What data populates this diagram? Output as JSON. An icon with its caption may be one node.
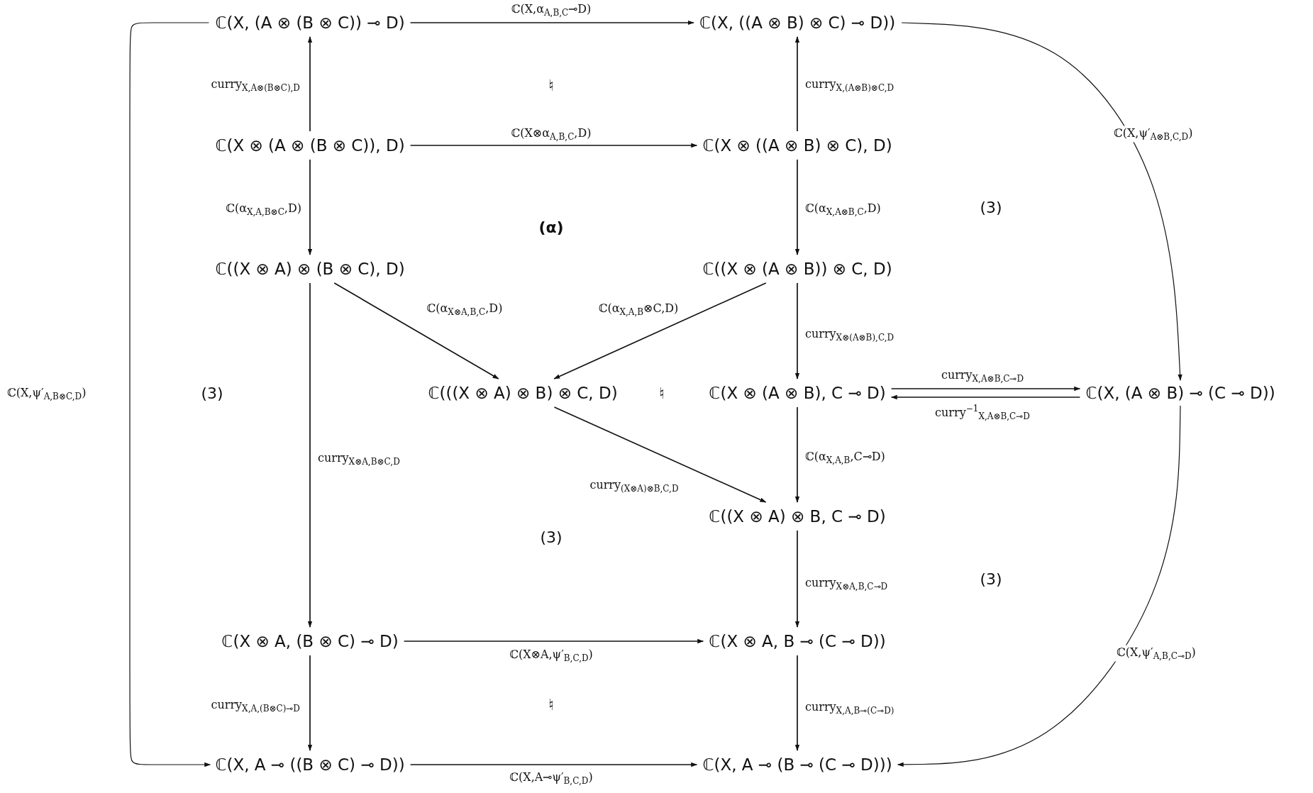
{
  "diagram": {
    "nodes": [
      {
        "text": [
          "ℂ(X, (A ⊗ (B ⊗ C)) ⊸ D)"
        ]
      },
      {
        "text": [
          "ℂ(X, ((A ⊗ B) ⊗ C) ⊸ D))"
        ]
      },
      {
        "text": [
          "ℂ(X ⊗ (A ⊗ (B ⊗ C)), D)"
        ]
      },
      {
        "text": [
          "ℂ(X ⊗ ((A ⊗ B) ⊗ C), D)"
        ]
      },
      {
        "text": [
          "ℂ((X ⊗ A) ⊗ (B ⊗ C), D)"
        ]
      },
      {
        "text": [
          "ℂ((X ⊗ (A ⊗ B)) ⊗ C, D)"
        ]
      },
      {
        "text": [
          "ℂ(((X ⊗ A) ⊗ B) ⊗ C, D)"
        ]
      },
      {
        "text": [
          "ℂ(X ⊗ (A ⊗ B), C ⊸ D)"
        ]
      },
      {
        "text": [
          "ℂ(X, (A ⊗ B) ⊸ (C ⊸ D))"
        ]
      },
      {
        "text": [
          "ℂ((X ⊗ A) ⊗ B, C ⊸ D)"
        ]
      },
      {
        "text": [
          "ℂ(X ⊗ A, (B ⊗ C) ⊸ D)"
        ]
      },
      {
        "text": [
          "ℂ(X ⊗ A, B ⊸ (C ⊸ D))"
        ]
      },
      {
        "text": [
          "ℂ(X, A ⊸ ((B ⊗ C) ⊸ D))"
        ]
      },
      {
        "text": [
          "ℂ(X, A ⊸ (B ⊸ (C ⊸ D)))"
        ]
      }
    ],
    "edges": [
      {
        "from": 0,
        "to": 1,
        "arrow": "to",
        "label": "ℂ(X,α$_{A,B,C}$⊸D)"
      },
      {
        "from": 2,
        "to": 0,
        "arrow": "to",
        "label": "curry$_{X,A⊗(B⊗C),D}$"
      },
      {
        "from": 2,
        "to": 3,
        "arrow": "to",
        "label": "ℂ(X⊗α$_{A,B,C}$,D)"
      },
      {
        "from": 3,
        "to": 1,
        "arrow": "to",
        "label": "curry$_{X,(A⊗B)⊗C,D}$"
      },
      {
        "from": 2,
        "to": 4,
        "arrow": "to",
        "label": "ℂ(α$_{X,A,B⊗C}$,D)"
      },
      {
        "from": 3,
        "to": 5,
        "arrow": "to",
        "label": "ℂ(α$_{X,A⊗B,C}$,D)"
      },
      {
        "from": 4,
        "to": 6,
        "arrow": "to",
        "label": "ℂ(α$_{X⊗A,B,C}$,D)"
      },
      {
        "from": 5,
        "to": 6,
        "arrow": "to",
        "label": "ℂ(α$_{X,A,B}$⊗C,D)"
      },
      {
        "from": 5,
        "to": 7,
        "arrow": "to",
        "label": "curry$_{X⊗(A⊗B),C,D}$"
      },
      {
        "from": 7,
        "to": 8,
        "arrow": "to",
        "label": "curry$_{X,A⊗B,C⊸D}$"
      },
      {
        "from": 8,
        "to": 7,
        "arrow": "to",
        "label": "curry$^{−1}$$_{X,A⊗B,C⊸D}$"
      },
      {
        "from": 1,
        "to": 8,
        "arrow": "to",
        "label": "ℂ(X,ψ′$_{A⊗B,C,D}$)"
      },
      {
        "from": 6,
        "to": 9,
        "arrow": "to",
        "label": "curry$_{(X⊗A)⊗B,C,D}$"
      },
      {
        "from": 7,
        "to": 9,
        "arrow": "to",
        "label": "ℂ(α$_{X,A,B}$,C⊸D)"
      },
      {
        "from": 4,
        "to": 10,
        "arrow": "to",
        "label": "curry$_{X⊗A,B⊗C,D}$"
      },
      {
        "from": 9,
        "to": 11,
        "arrow": "to",
        "label": "curry$_{X⊗A,B,C⊸D}$"
      },
      {
        "from": 10,
        "to": 11,
        "arrow": "to",
        "label": "ℂ(X⊗A,ψ′$_{B,C,D}$)"
      },
      {
        "from": 10,
        "to": 12,
        "arrow": "to",
        "label": "curry$_{X,A,(B⊗C)⊸D}$"
      },
      {
        "from": 11,
        "to": 13,
        "arrow": "to",
        "label": "curry$_{X,A,B⊸(C⊸D)}$"
      },
      {
        "from": 12,
        "to": 13,
        "arrow": "to",
        "label": "ℂ(X,A⊸ψ′$_{B,C,D}$)"
      },
      {
        "from": 0,
        "to": 12,
        "arrow": "to",
        "label": "ℂ(X,ψ′$_{A,B⊗C,D}$)"
      },
      {
        "from": 8,
        "to": 13,
        "arrow": "to",
        "label": "ℂ(X,ψ′$_{A,B,C⊸D}$)"
      }
    ],
    "labels": [
      "♮",
      "(3)",
      "(α)",
      "(3)",
      "♮",
      "(3)",
      "(3)",
      "♮"
    ]
  }
}
